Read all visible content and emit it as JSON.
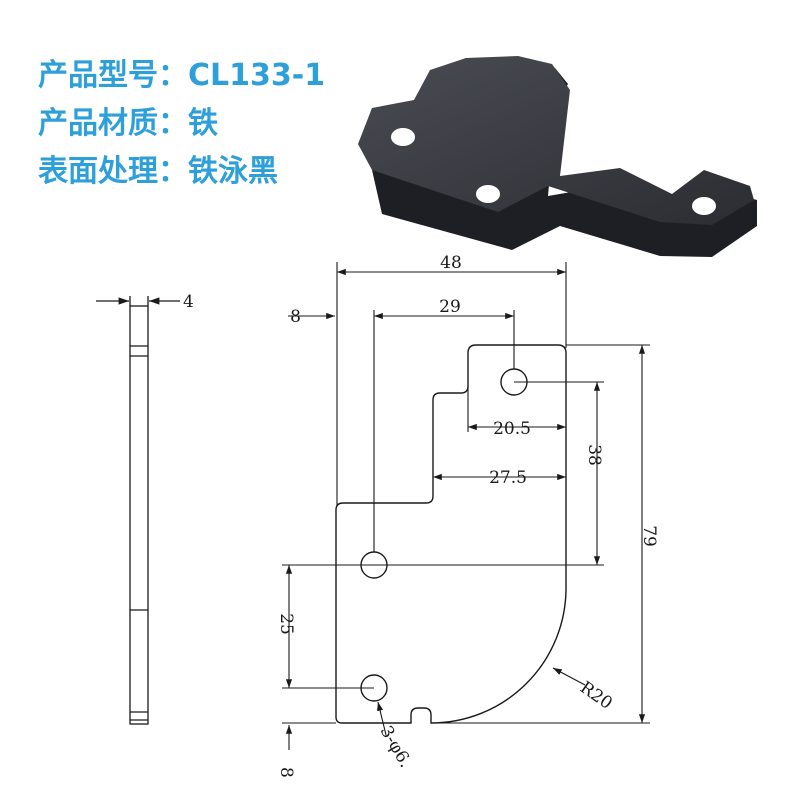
{
  "specs": {
    "model_label": "产品型号：",
    "model_value": "CL133-1",
    "material_label": "产品材质：",
    "material_value": "铁",
    "finish_label": "表面处理：",
    "finish_value": "铁泳黑"
  },
  "colors": {
    "accent": "#2d9fd9",
    "part": "#2b2d33",
    "line": "#1a1a1a"
  },
  "dimensions": {
    "thickness": "4",
    "overall_width": "48",
    "left_offset": "8",
    "hole_spacing_top": "29",
    "notch_width": "20.5",
    "step_width": "27.5",
    "vertical_38": "38",
    "overall_height": "79",
    "hole_spacing_left": "25",
    "radius": "R20",
    "bottom_offset": "8",
    "holes": "3-φ6."
  }
}
